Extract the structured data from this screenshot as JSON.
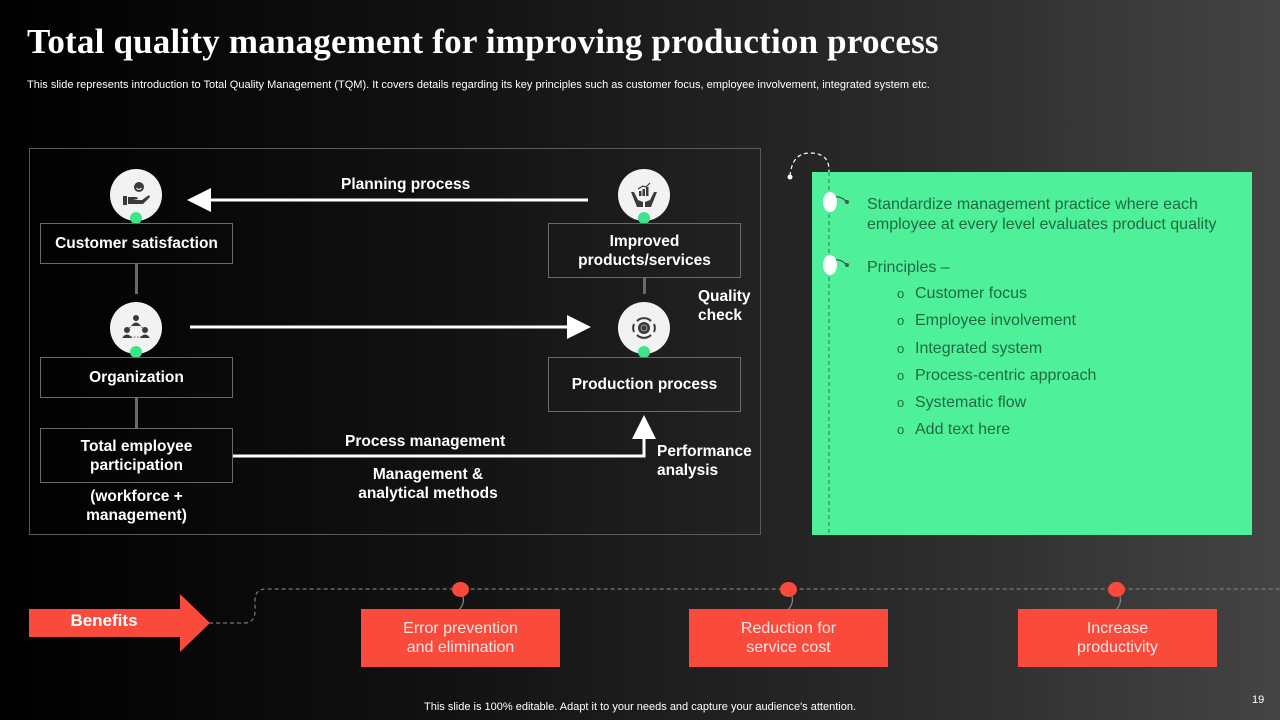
{
  "slide": {
    "title": "Total quality management for improving production process",
    "subtitle": "This slide represents introduction to Total Quality Management (TQM). It covers details regarding its key principles such as customer focus, employee involvement, integrated system etc.",
    "footer": "This slide is 100% editable. Adapt it to your needs and capture your audience's attention.",
    "page_number": "19"
  },
  "diagram": {
    "nodes": {
      "customer_satisfaction": {
        "label": "Customer satisfaction",
        "icon": "hand-smile-icon"
      },
      "organization": {
        "label": "Organization",
        "icon": "team-network-icon"
      },
      "total_employee": {
        "label": "Total employee participation",
        "icon": ""
      },
      "improved_products": {
        "label": "Improved products/services",
        "icon": "hands-growth-chart-icon"
      },
      "production_process": {
        "label": "Production process",
        "icon": "gear-cycle-icon"
      }
    },
    "annotations": {
      "planning_process": "Planning process",
      "quality_check": "Quality check",
      "process_management": "Process management",
      "management_methods": "Management & analytical methods",
      "performance_analysis": "Performance analysis",
      "workforce_note": "(workforce + management)"
    }
  },
  "panel": {
    "intro": "Standardize management practice where each employee at every level evaluates product quality",
    "principles_heading": "Principles –",
    "bullet_glyph": "o",
    "principles": [
      "Customer focus",
      "Employee involvement",
      "Integrated system",
      "Process-centric approach",
      "Systematic flow",
      "Add text here"
    ]
  },
  "benefits": {
    "label": "Benefits",
    "items": [
      "Error prevention and elimination",
      "Reduction for service cost",
      "Increase productivity"
    ]
  },
  "colors": {
    "accent_green": "#4ff09a",
    "node_dot_green": "#3ee48a",
    "accent_red": "#f94a3c",
    "panel_text": "#1f6b40"
  }
}
